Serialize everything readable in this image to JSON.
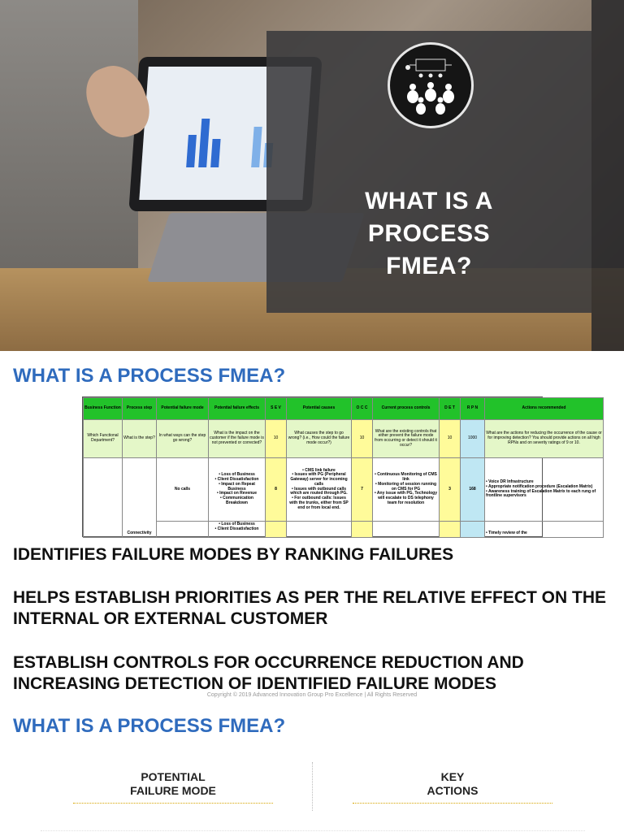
{
  "hero": {
    "title": "WHAT IS A PROCESS FMEA?"
  },
  "section_title_1": "WHAT IS A PROCESS FMEA?",
  "fmea_table": {
    "headers": [
      "Business Function",
      "Process step",
      "Potential failure mode",
      "Potential failure effects",
      "S E V",
      "Potential causes",
      "O C C",
      "Current process controls",
      "D E T",
      "R P N",
      "Actions recommended"
    ],
    "row1": [
      "Which Functional Department?",
      "What is the step?",
      "In what ways can the step go wrong?",
      "What is the impact on the customer if the failure mode is not prevented or corrected?",
      "10",
      "What causes the step to go wrong? (i.e., How could the failure mode occur?)",
      "10",
      "What are the existing controls that either prevent the failure mode from occurring or detect it should it occur?",
      "10",
      "1000",
      "What are the actions for reducing the occurrence of the cause or for improving detection? You should provide actions on all high RPNs and on severity ratings of 9 or 10."
    ],
    "row2": {
      "step": "Connectivity",
      "mode": "No calls",
      "effects": "• Loss of Business\n• Client Dissatisfaction\n• Impact on Repeat Business\n• Impact on Revenue\n• Communication Breakdown",
      "sev": "8",
      "causes": "• CMS link failure\n• Issues with PG (Peripheral Gateway) server for incoming calls\n• Issues with outbound calls which are routed through PG.\n• For outbound calls: Issues with the trunks, either from SP end or from local end.",
      "occ": "7",
      "controls": "• Continuous Monitoring of CMS link\n• Monitoring of session running on CMS for PG\n• Any issue with PG, Technology will escalate to DS telephony team for resolution",
      "det": "3",
      "rpn": "168",
      "actions": "• Voice DR Infrastructure\n• Appropriate notification procedure (Escalation Matrix)\n• Awareness training of Escalation Matrix to each rung of frontline supervisors"
    },
    "row3": {
      "effects": "• Loss of Business\n• Client Dissatisfaction",
      "actions": "• Timely review of the"
    }
  },
  "bullets": [
    "IDENTIFIES FAILURE MODES BY RANKING FAILURES",
    "HELPS ESTABLISH PRIORITIES AS PER THE RELATIVE EFFECT ON THE INTERNAL OR EXTERNAL CUSTOMER",
    "ESTABLISH CONTROLS FOR OCCURRENCE REDUCTION AND INCREASING DETECTION OF IDENTIFIED FAILURE MODES"
  ],
  "copyright": "Copyright © 2019 Advanced Innovation Group Pro Excellence | All Rights Reserved",
  "section_title_2": "WHAT IS A PROCESS FMEA?",
  "cards": {
    "left_line1": "POTENTIAL",
    "left_line2": "FAILURE MODE",
    "right_line1": "KEY",
    "right_line2": "ACTIONS"
  },
  "colors": {
    "accent_blue": "#2f6bbd",
    "header_green": "#22c22a",
    "rating_yellow": "#fffb9a",
    "rpn_blue": "#bfe7f3",
    "overlay_gray": "#3a3a3c"
  },
  "icons": [
    "process-team-icon"
  ]
}
